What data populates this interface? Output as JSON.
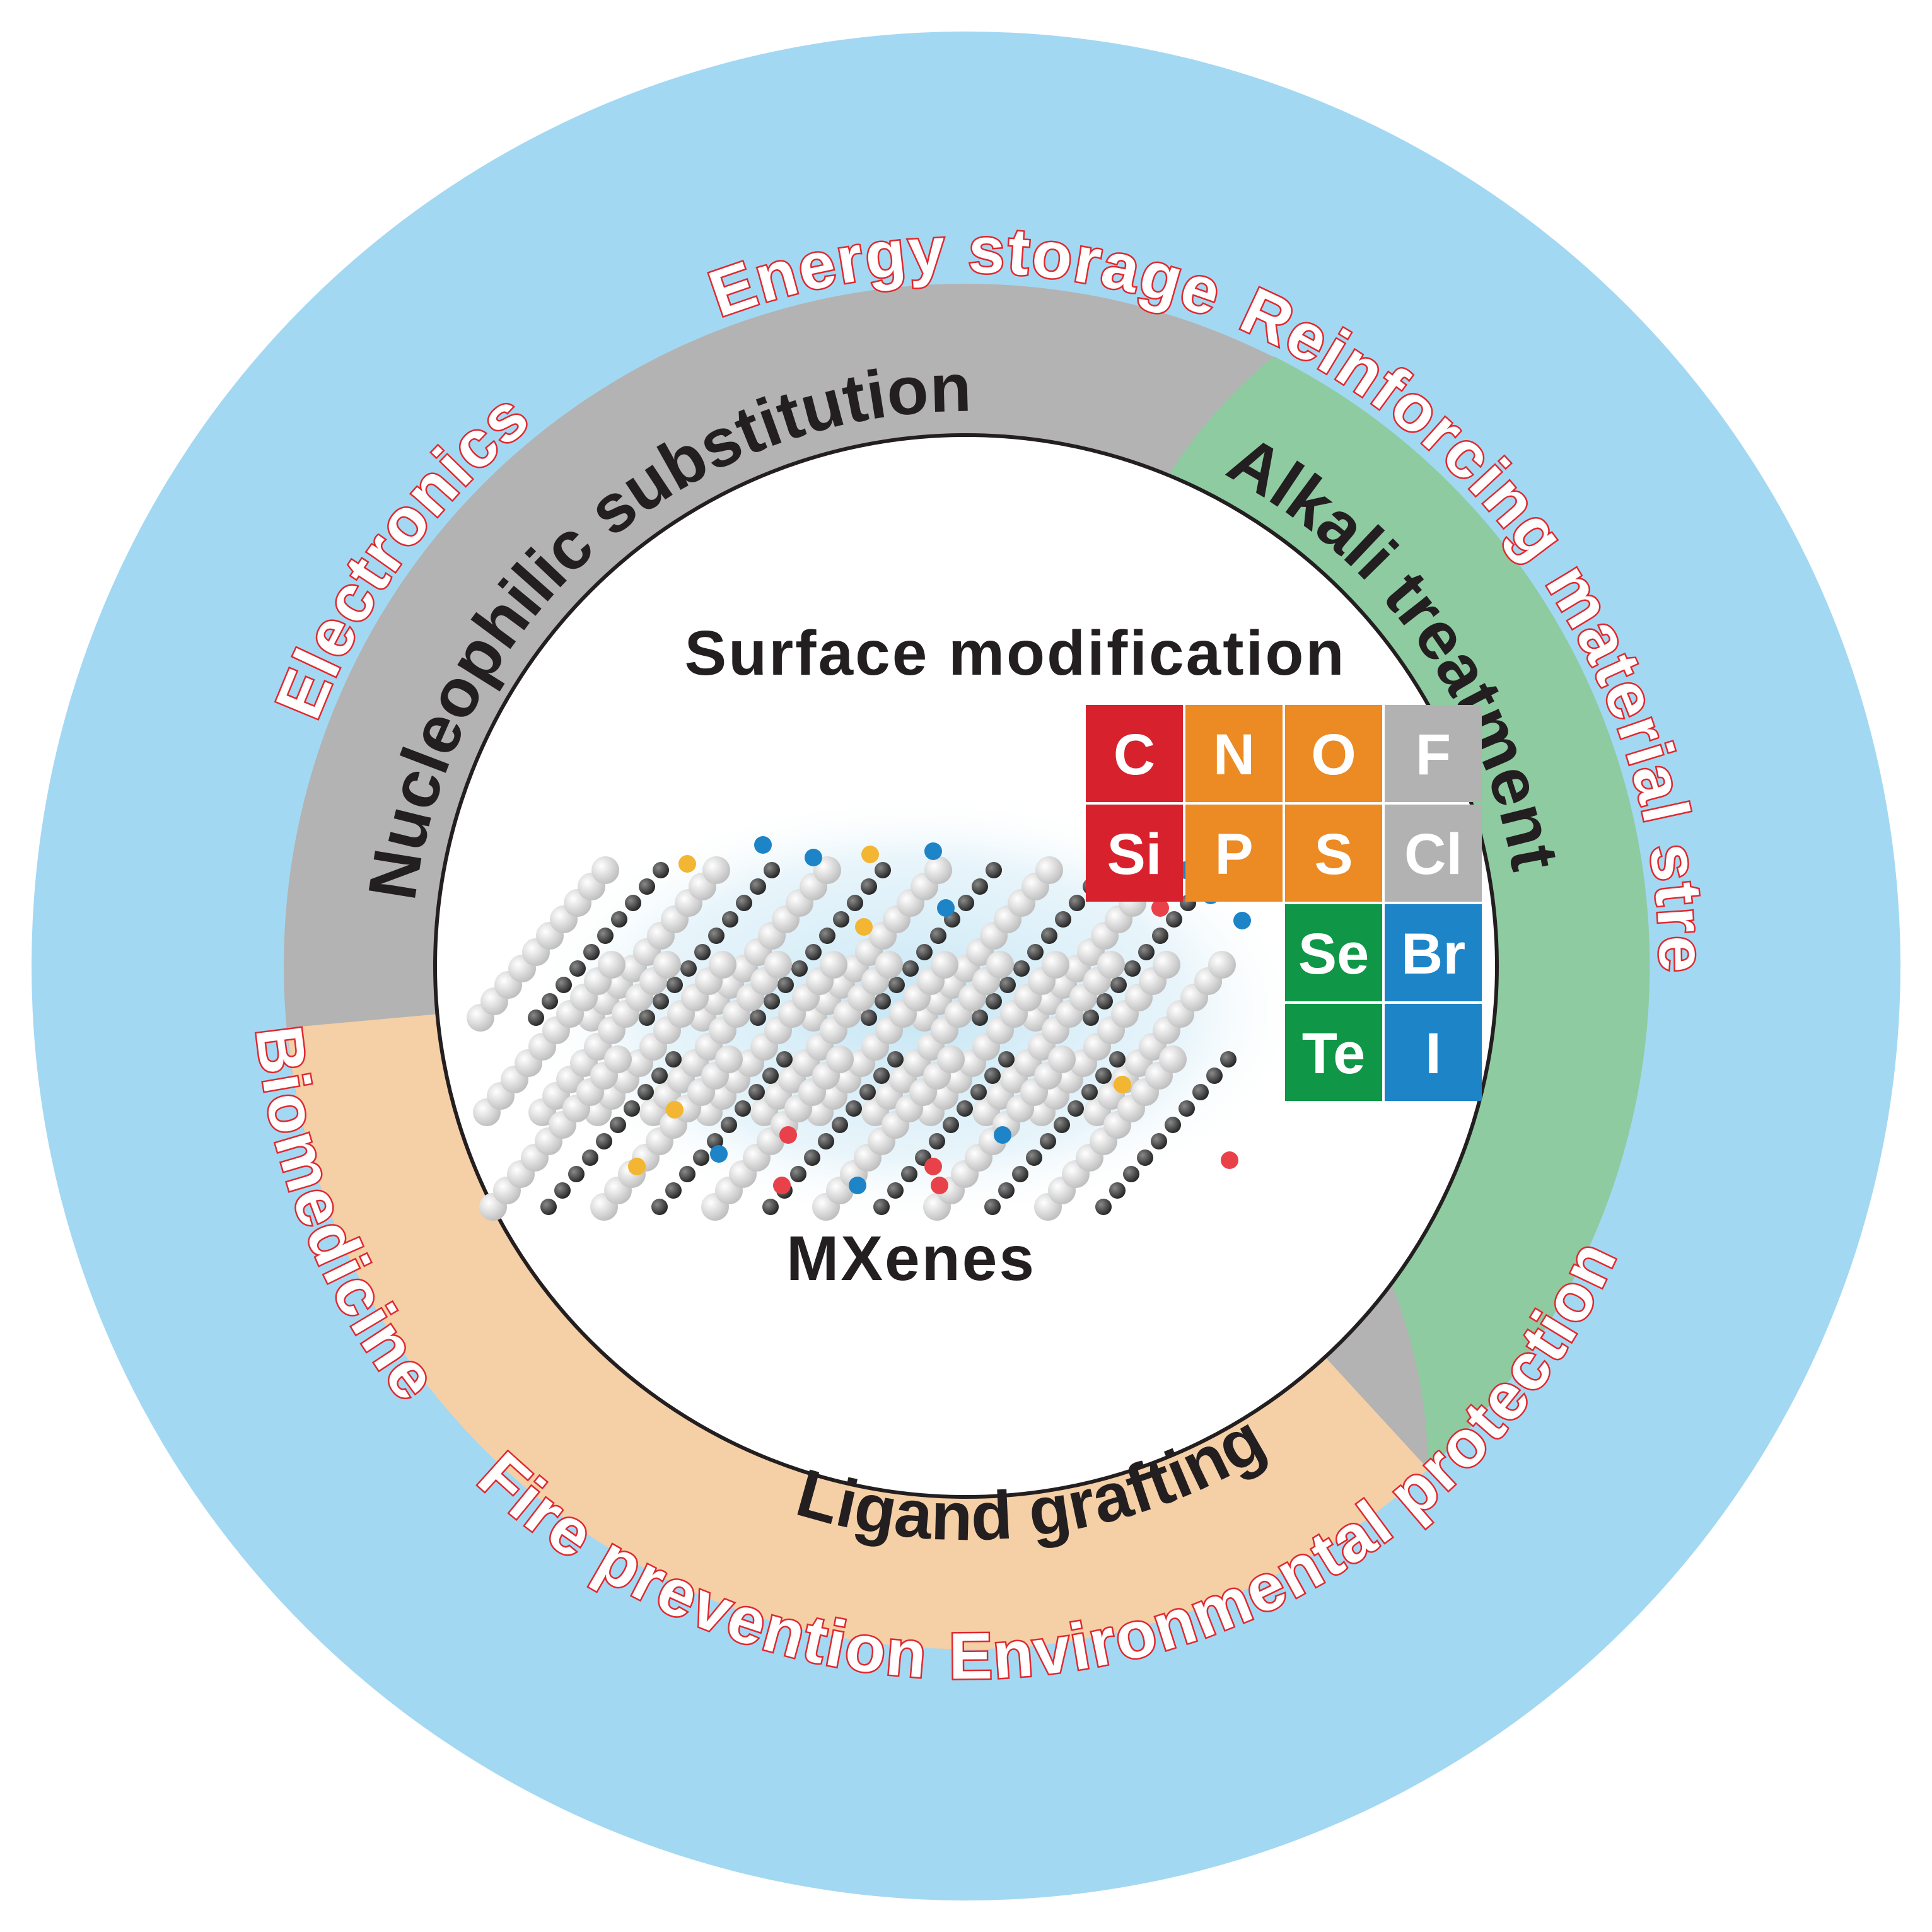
{
  "center": {
    "title": "Surface modification",
    "subtitle": "MXenes"
  },
  "applications": [
    {
      "id": "energy-storage",
      "label": "Energy storage"
    },
    {
      "id": "reinforcing",
      "label": "Reinforcing material strength"
    },
    {
      "id": "environmental",
      "label": "Environmental protection"
    },
    {
      "id": "fire",
      "label": "Fire prevention"
    },
    {
      "id": "biomedicine",
      "label": "Biomedicine"
    },
    {
      "id": "electronics",
      "label": "Electronics"
    }
  ],
  "methods": [
    {
      "id": "nucleophilic",
      "label": "Nucleophilic substitution",
      "color": "#b3b3b3"
    },
    {
      "id": "alkali",
      "label": "Alkali treatment",
      "color": "#8ecba1"
    },
    {
      "id": "ligand",
      "label": "Ligand grafting",
      "color": "#f5cfa6"
    }
  ],
  "elements": [
    {
      "symbol": "C",
      "color": "#d7222e"
    },
    {
      "symbol": "N",
      "color": "#ec8a23"
    },
    {
      "symbol": "O",
      "color": "#ec8a23"
    },
    {
      "symbol": "F",
      "color": "#b2b2b2"
    },
    {
      "symbol": "Si",
      "color": "#d7222e"
    },
    {
      "symbol": "P",
      "color": "#ec8a23"
    },
    {
      "symbol": "S",
      "color": "#ec8a23"
    },
    {
      "symbol": "Cl",
      "color": "#b2b2b2"
    },
    {
      "symbol": "Se",
      "color": "#0f9647"
    },
    {
      "symbol": "Br",
      "color": "#1d84c8"
    },
    {
      "symbol": "Te",
      "color": "#0f9647"
    },
    {
      "symbol": "I",
      "color": "#1d84c8"
    }
  ],
  "colors": {
    "outer_ring": "#a3d8f3",
    "inner_disc": "#ffffff",
    "application_text": "#e0282e"
  }
}
